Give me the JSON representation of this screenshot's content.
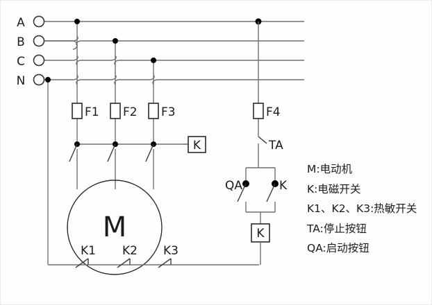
{
  "diagram": {
    "title": "motor-control-circuit-schematic",
    "colors": {
      "wire": "#6f6f6f",
      "wire_dark": "#1b1b1b",
      "text": "#1b1b1b",
      "background": "#ffffff"
    }
  },
  "supply_terminals": [
    {
      "label": "A"
    },
    {
      "label": "B"
    },
    {
      "label": "C"
    },
    {
      "label": "N"
    }
  ],
  "fuses": [
    {
      "label": "F1"
    },
    {
      "label": "F2"
    },
    {
      "label": "F3"
    },
    {
      "label": "F4"
    }
  ],
  "contactor": {
    "main_label": "K",
    "coil_label": "K",
    "aux_label": "K"
  },
  "buttons": {
    "stop_label": "TA",
    "start_label": "QA"
  },
  "motor": {
    "symbol": "M",
    "thermal_switches": [
      {
        "label": "K1"
      },
      {
        "label": "K2"
      },
      {
        "label": "K3"
      }
    ]
  },
  "legend": [
    {
      "text": "M:电动机"
    },
    {
      "text": "K:电磁开关"
    },
    {
      "text": "K1、K2、K3:热敏开关"
    },
    {
      "text": "TA:停止按钮"
    },
    {
      "text": "QA:启动按钮"
    }
  ]
}
